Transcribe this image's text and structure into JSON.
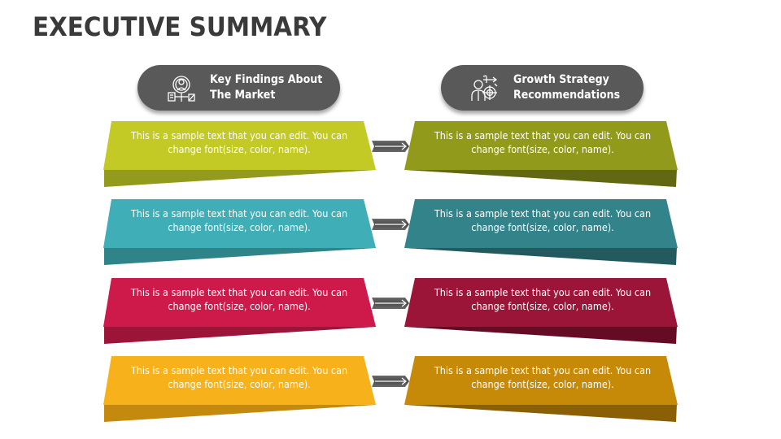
{
  "title": "EXECUTIVE SUMMARY",
  "columns": [
    {
      "label_line1": "Key Findings About",
      "label_line2": "The Market",
      "icon": "market-research-icon"
    },
    {
      "label_line1": "Growth Strategy",
      "label_line2": "Recommendations",
      "icon": "growth-strategy-icon"
    }
  ],
  "rows": [
    {
      "left_text": "This is a sample text that you can edit. You can change font(size, color, name).",
      "right_text": "This is a sample text that you can edit. You can change font(size, color, name).",
      "left_color": "#C3C925",
      "left_flap": "#949A1B",
      "right_color": "#929A1C",
      "right_flap": "#626812"
    },
    {
      "left_text": "This is a sample text that you can edit. You can change font(size, color, name).",
      "right_text": "This is a sample text that you can edit. You can change font(size, color, name).",
      "left_color": "#40AEB6",
      "left_flap": "#2F848A",
      "right_color": "#33838A",
      "right_flap": "#225A5F"
    },
    {
      "left_text": "This is a sample text that you can edit. You can change font(size, color, name).",
      "right_text": "This is a sample text that you can edit. You can change font(size, color, name).",
      "left_color": "#CE1A4A",
      "left_flap": "#9C1437",
      "right_color": "#9B1538",
      "right_flap": "#650C24"
    },
    {
      "left_text": "This is a sample text that you can edit. You can change font(size, color, name).",
      "right_text": "This is a sample text that you can edit. You can change font(size, color, name).",
      "left_color": "#F7B21B",
      "left_flap": "#C38A0E",
      "right_color": "#C78A08",
      "right_flap": "#8A5F05"
    }
  ],
  "colors": {
    "pill": "#595959",
    "arrow": "#555555",
    "title": "#3A3A3A"
  }
}
